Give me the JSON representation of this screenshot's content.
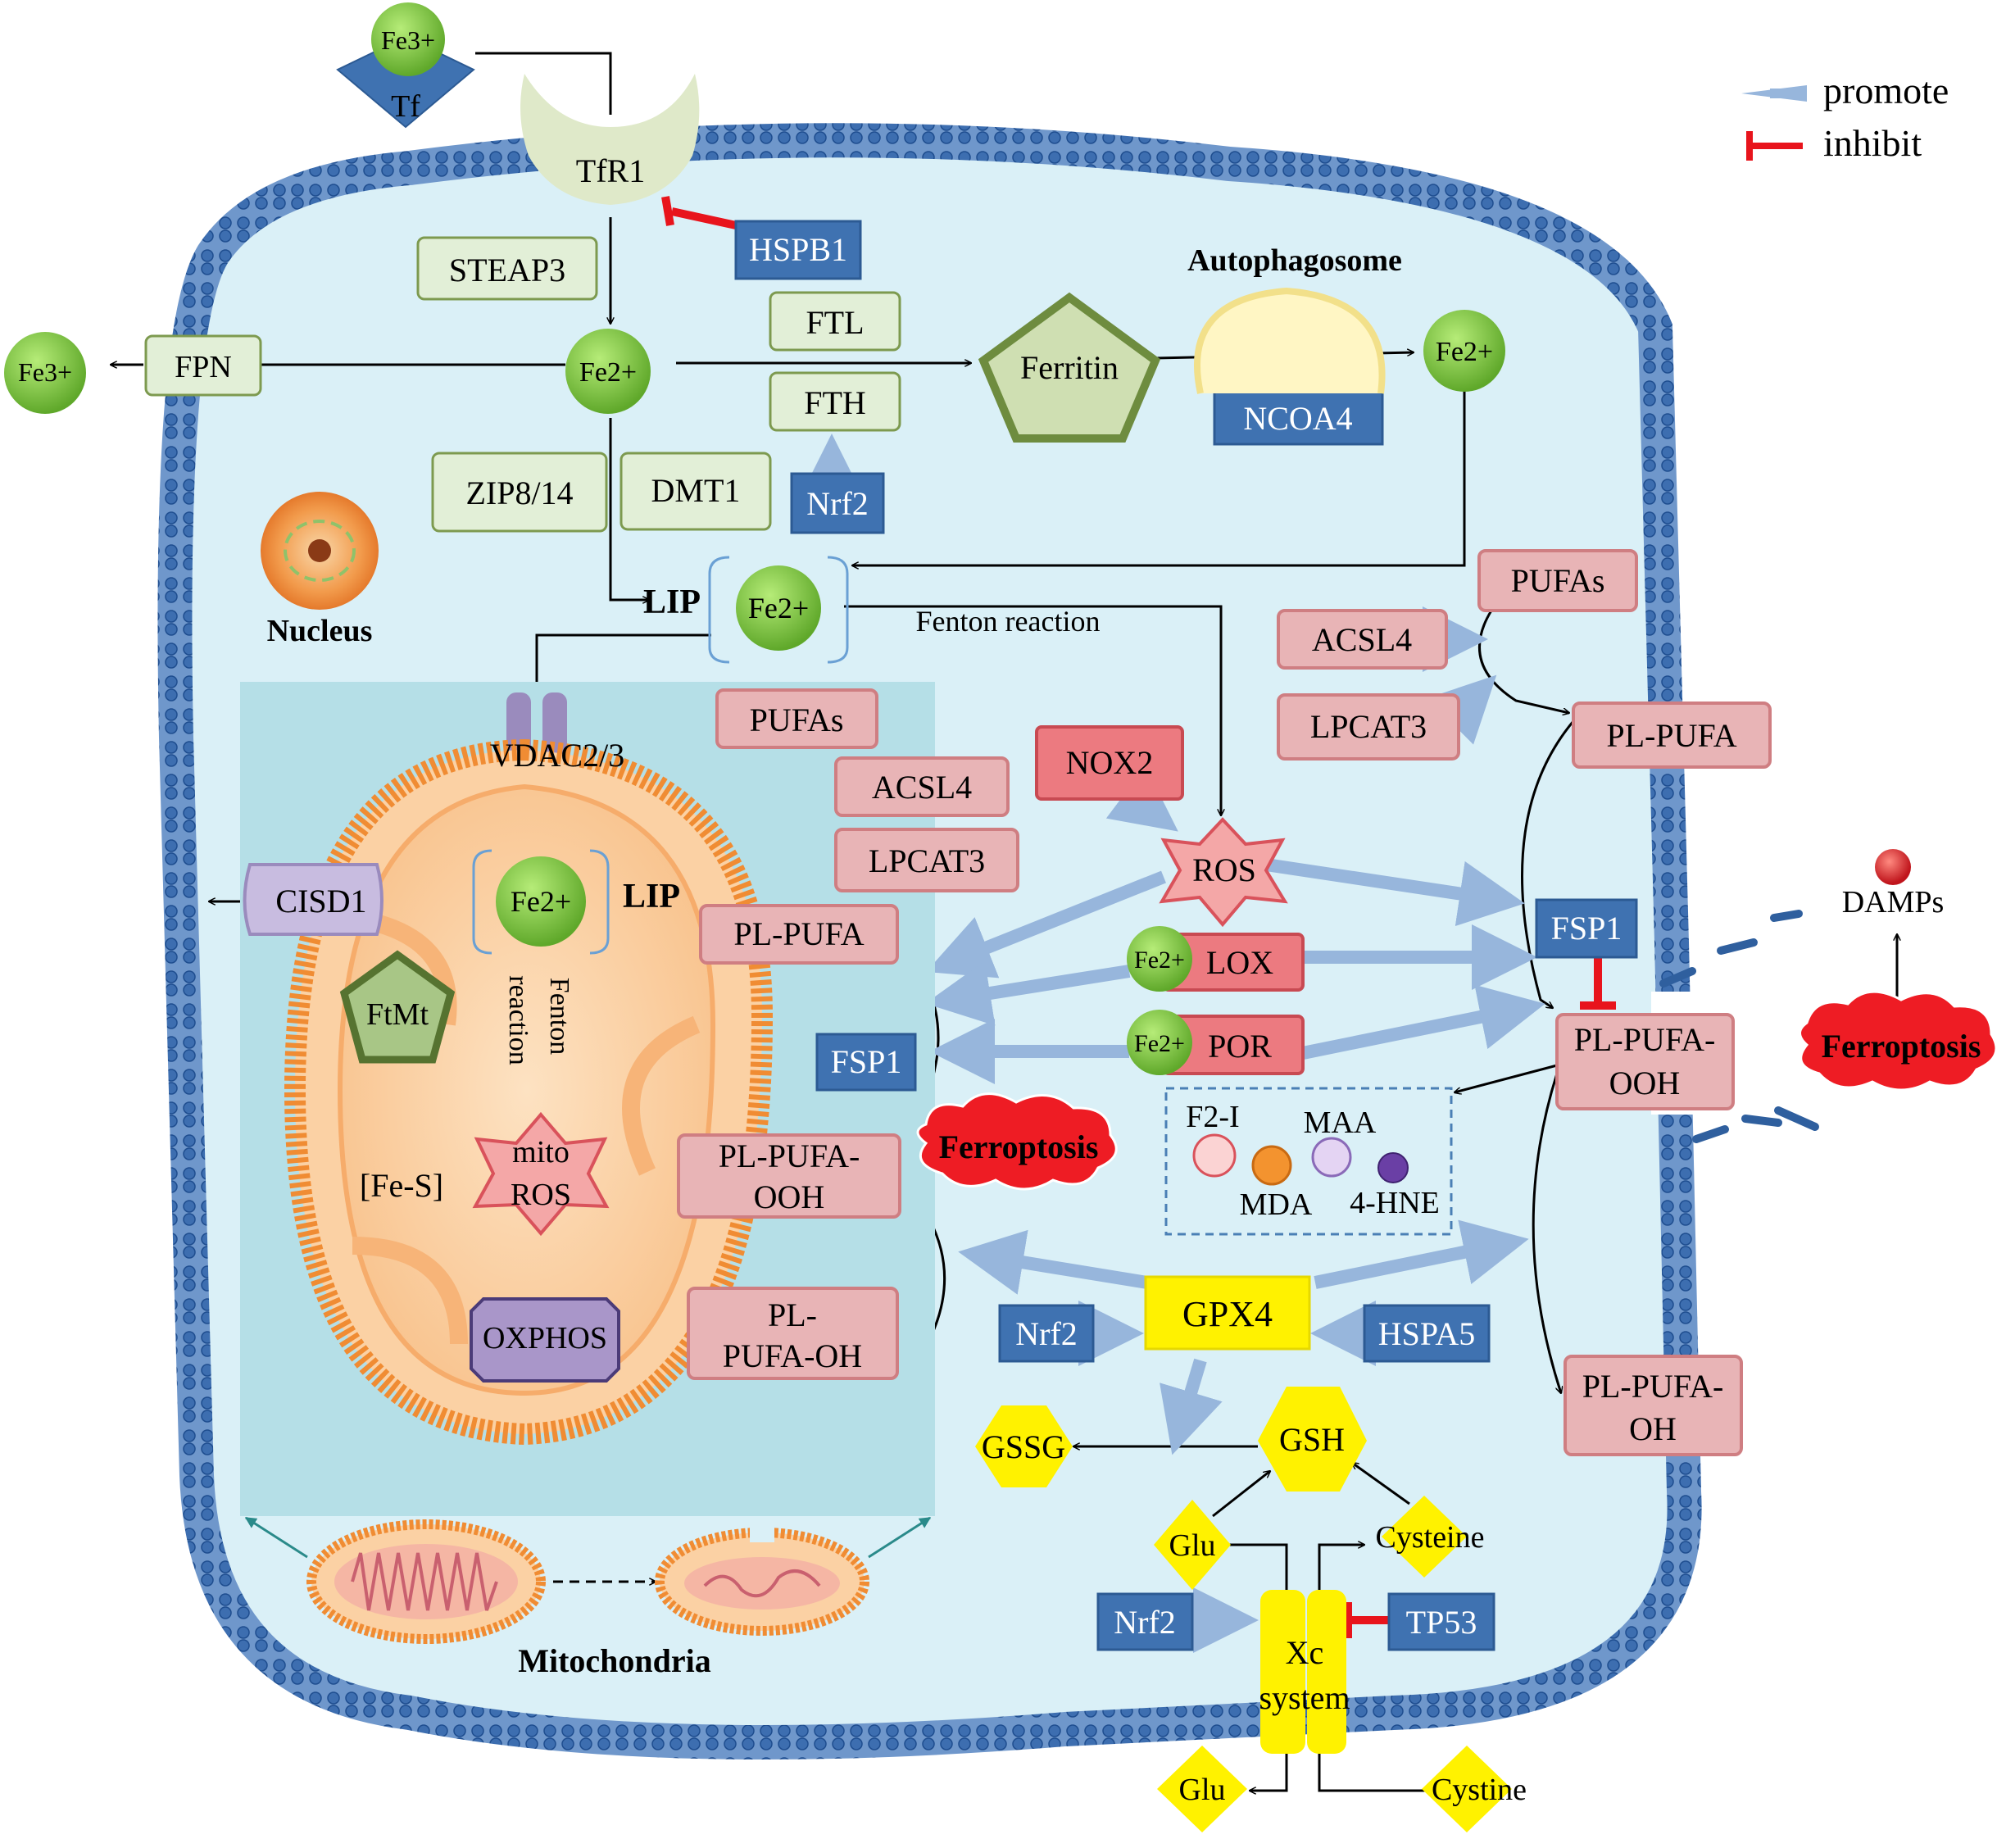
{
  "legend": {
    "promote": "promote",
    "inhibit": "inhibit"
  },
  "colors": {
    "cytoplasm": "#daf0f7",
    "membrane": "#3d6eb0",
    "green_box_fill": "#e2efd7",
    "green_box_stroke": "#7d9a4f",
    "pink_box_fill": "#e8b4b6",
    "pink_box_stroke": "#cf7e82",
    "blue_box_fill": "#3f72b1",
    "iron_green": "#79c13a",
    "promote_arrow": "#97b6dc",
    "inhibit": "#e8141c",
    "yellow": "#fff200",
    "mito_orange": "#f5a25d",
    "ferroptosis_red": "#ee1c24"
  },
  "extracellular": {
    "fe3_top": "Fe3+",
    "tf": "Tf",
    "tfr1": "TfR1",
    "fe3_left": "Fe3+"
  },
  "labels": {
    "steap3": "STEAP3",
    "hspb1": "HSPB1",
    "autophagosome": "Autophagosome",
    "ftl": "FTL",
    "fth": "FTH",
    "ferritin": "Ferritin",
    "ncoa4": "NCOA4",
    "fpn": "FPN",
    "fe2_top": "Fe2+",
    "fe2_autophagy": "Fe2+",
    "zip": "ZIP8/14",
    "dmt1": "DMT1",
    "nrf2_fth": "Nrf2",
    "nucleus": "Nucleus",
    "lip": "LIP",
    "fe2_lip": "Fe2+",
    "fenton": "Fenton reaction",
    "pufas_right": "PUFAs",
    "acsl4_right": "ACSL4",
    "lpcat3_right": "LPCAT3",
    "pl_pufa_right": "PL-PUFA",
    "vdac": "VDAC2/3",
    "pufas_mito": "PUFAs",
    "acsl4_mito": "ACSL4",
    "lpcat3_mito": "LPCAT3",
    "nox2": "NOX2",
    "ros": "ROS",
    "cisd1": "CISD1",
    "fe2_mito": "Fe2+",
    "lip_mito": "LIP",
    "pl_pufa_mito": "PL-PUFA",
    "fe2_lox": "Fe2+",
    "lox": "LOX",
    "fsp1_right": "FSP1",
    "damps": "DAMPs",
    "ftmt": "FtMt",
    "fenton_mito": "Fenton",
    "reaction_mito": "reaction",
    "fsp1_mito": "FSP1",
    "fe2_por": "Fe2+",
    "por": "POR",
    "pl_pufa_ooh_right_1": "PL-PUFA-",
    "pl_pufa_ooh_right_2": "OOH",
    "ferroptosis_right": "Ferroptosis",
    "mito_ros_1": "mito",
    "mito_ros_2": "ROS",
    "fes": "[Fe-S]",
    "pl_pufa_ooh_mito_1": "PL-PUFA-",
    "pl_pufa_ooh_mito_2": "OOH",
    "ferroptosis_mito": "Ferroptosis",
    "f2i": "F2-I",
    "maa": "MAA",
    "mda": "MDA",
    "hne": "4-HNE",
    "oxphos": "OXPHOS",
    "pl_pufa_oh_mito_1": "PL-",
    "pl_pufa_oh_mito_2": "PUFA-OH",
    "gpx4": "GPX4",
    "nrf2_gpx4": "Nrf2",
    "hspa5": "HSPA5",
    "pl_pufa_oh_right_1": "PL-PUFA-",
    "pl_pufa_oh_right_2": "OH",
    "gssg": "GSSG",
    "gsh": "GSH",
    "glu_in": "Glu",
    "cysteine": "Cysteine",
    "nrf2_xc": "Nrf2",
    "tp53": "TP53",
    "xc_1": "Xc",
    "xc_2": "system",
    "mitochondria": "Mitochondria",
    "glu_out": "Glu",
    "cystine": "Cystine"
  }
}
